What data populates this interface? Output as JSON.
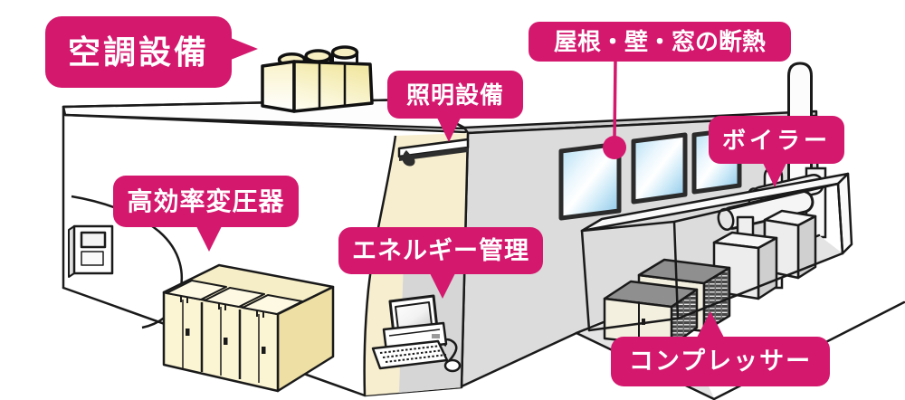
{
  "diagram": {
    "labels": {
      "aircon": "空調設備",
      "lighting": "照明設備",
      "insulation": "屋根・壁・窓の断熱",
      "boiler": "ボイラー",
      "transformer": "高効率変圧器",
      "energy_management": "エネルギー管理",
      "compressor": "コンプレッサー"
    },
    "colors": {
      "label_background": "#d3186e",
      "label_text": "#ffffff",
      "wall_gray": "#dcdcdc",
      "interior_cream": "#f7eecf",
      "equipment_cream": "#fbf5d4",
      "window_blue": "#8fc9e8",
      "outline": "#1a1a1a"
    },
    "objects": [
      "factory-building",
      "rooftop-ac-unit",
      "ceiling-light",
      "windows",
      "insulation-dot",
      "electrical-panel",
      "transformer-cabinets",
      "energy-management-computer",
      "chimney",
      "boilers",
      "compressors",
      "equipment-enclosure"
    ]
  }
}
